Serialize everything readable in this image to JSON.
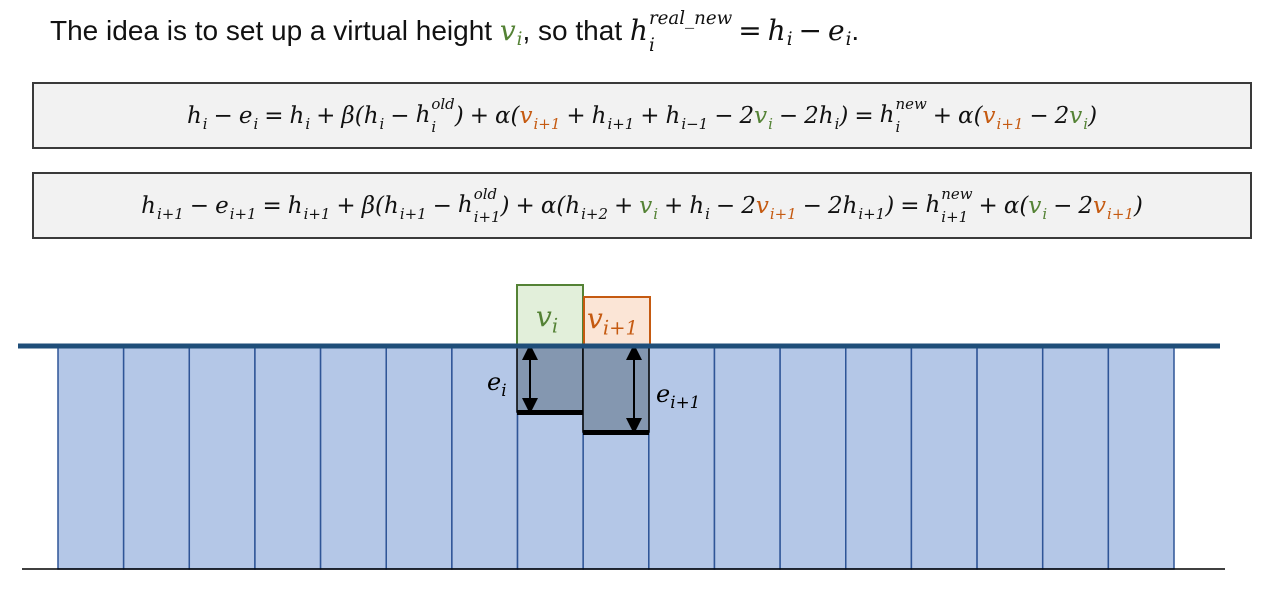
{
  "title": {
    "prefix": "The idea is to set up a virtual height ",
    "mid": ", so that ",
    "suffix": "."
  },
  "title_math": {
    "v": [
      [
        "v",
        "i",
        "",
        "g0"
      ]
    ],
    "rel": [
      [
        "h",
        "i",
        "real_new",
        ""
      ],
      [
        "=",
        "",
        "",
        ""
      ],
      [
        "h",
        "i",
        "",
        ""
      ],
      [
        "−",
        "",
        "",
        ""
      ],
      [
        "e",
        "i",
        "",
        ""
      ]
    ]
  },
  "equations": [
    [
      [
        "h",
        "i",
        "",
        ""
      ],
      [
        "−",
        "",
        "",
        ""
      ],
      [
        "e",
        "i",
        "",
        ""
      ],
      [
        "=",
        "",
        "",
        ""
      ],
      [
        "h",
        "i",
        "",
        ""
      ],
      [
        "+",
        "",
        "",
        ""
      ],
      [
        "β(",
        "",
        "",
        ""
      ],
      [
        "h",
        "i",
        "",
        ""
      ],
      [
        "−",
        "",
        "",
        ""
      ],
      [
        "h",
        "i",
        "old",
        ""
      ],
      [
        ")",
        "",
        "",
        ""
      ],
      [
        "+",
        "",
        "",
        ""
      ],
      [
        "α(",
        "",
        "",
        ""
      ],
      [
        "v",
        "i+1",
        "",
        "o"
      ],
      [
        "+",
        "",
        "",
        ""
      ],
      [
        "h",
        "i+1",
        "",
        ""
      ],
      [
        "+",
        "",
        "",
        ""
      ],
      [
        "h",
        "i−1",
        "",
        ""
      ],
      [
        "−",
        "",
        "",
        ""
      ],
      [
        "2",
        "",
        "",
        ""
      ],
      [
        "v",
        "i",
        "",
        "g"
      ],
      [
        "−",
        "",
        "",
        ""
      ],
      [
        "2h",
        "i",
        "",
        ""
      ],
      [
        ")",
        "",
        "",
        ""
      ],
      [
        "=",
        "",
        "",
        ""
      ],
      [
        "h",
        "i",
        "new",
        ""
      ],
      [
        "+",
        "",
        "",
        ""
      ],
      [
        "α(",
        "",
        "",
        ""
      ],
      [
        "v",
        "i+1",
        "",
        "o"
      ],
      [
        "−",
        "",
        "",
        ""
      ],
      [
        "2",
        "",
        "",
        ""
      ],
      [
        "v",
        "i",
        "",
        "g"
      ],
      [
        ")",
        "",
        "",
        ""
      ]
    ],
    [
      [
        "h",
        "i+1",
        "",
        ""
      ],
      [
        "−",
        "",
        "",
        ""
      ],
      [
        "e",
        "i+1",
        "",
        ""
      ],
      [
        "=",
        "",
        "",
        ""
      ],
      [
        "h",
        "i+1",
        "",
        ""
      ],
      [
        "+",
        "",
        "",
        ""
      ],
      [
        "β(",
        "",
        "",
        ""
      ],
      [
        "h",
        "i+1",
        "",
        ""
      ],
      [
        "−",
        "",
        "",
        ""
      ],
      [
        "h",
        "i+1",
        "old",
        ""
      ],
      [
        ")",
        "",
        "",
        ""
      ],
      [
        "+",
        "",
        "",
        ""
      ],
      [
        "α(",
        "",
        "",
        ""
      ],
      [
        "h",
        "i+2",
        "",
        ""
      ],
      [
        "+",
        "",
        "",
        ""
      ],
      [
        "v",
        "i",
        "",
        "g"
      ],
      [
        "+",
        "",
        "",
        ""
      ],
      [
        "h",
        "i",
        "",
        ""
      ],
      [
        "−",
        "",
        "",
        ""
      ],
      [
        "2",
        "",
        "",
        ""
      ],
      [
        "v",
        "i+1",
        "",
        "o"
      ],
      [
        "−",
        "",
        "",
        ""
      ],
      [
        "2h",
        "i+1",
        "",
        ""
      ],
      [
        ")",
        "",
        "",
        ""
      ],
      [
        "=",
        "",
        "",
        ""
      ],
      [
        "h",
        "i+1",
        "new",
        ""
      ],
      [
        "+",
        "",
        "",
        ""
      ],
      [
        "α(",
        "",
        "",
        ""
      ],
      [
        "v",
        "i",
        "",
        "g"
      ],
      [
        "−",
        "",
        "",
        ""
      ],
      [
        "2",
        "",
        "",
        ""
      ],
      [
        "v",
        "i+1",
        "",
        "o"
      ],
      [
        ")",
        "",
        "",
        ""
      ]
    ]
  ],
  "diagram": {
    "column_count": 17,
    "highlight_columns": [
      7,
      8
    ],
    "labels": {
      "v_i": "v",
      "v_i_sub": "i",
      "v_next": "v",
      "v_next_sub": "i+1",
      "e_i": "e",
      "e_i_sub": "i",
      "e_next": "e",
      "e_next_sub": "i+1"
    },
    "colors": {
      "column": "#b4c7e7",
      "column_border": "#2f5597",
      "water": "#1f4e79",
      "depth": "#8497b0",
      "green": "#548235",
      "green_fill": "#e2efda",
      "orange": "#c55a11",
      "orange_fill": "#fbe5d6"
    }
  }
}
